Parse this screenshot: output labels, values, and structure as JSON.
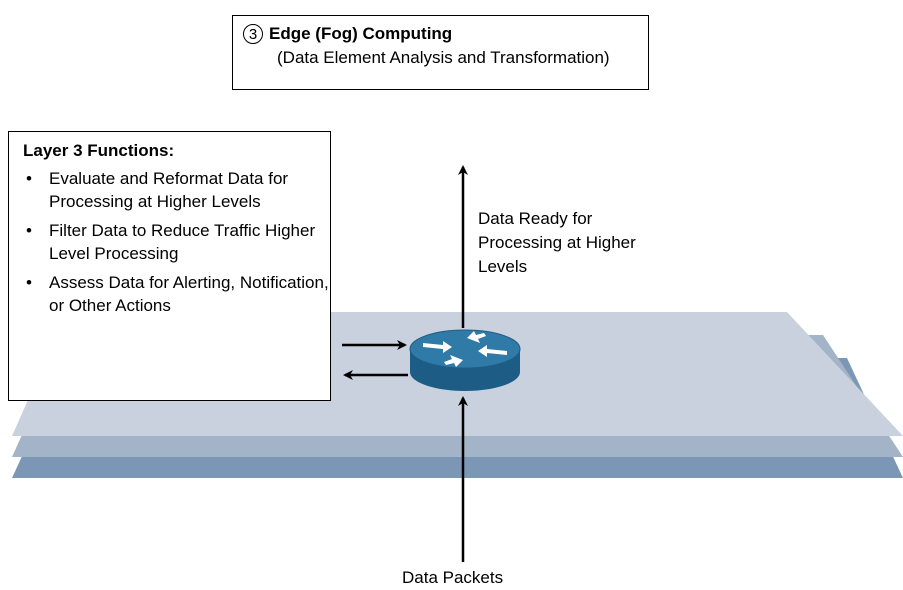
{
  "title": {
    "step_number": "3",
    "heading": "Edge (Fog) Computing",
    "subtitle": "(Data Element Analysis and Transformation)"
  },
  "functions": {
    "title": "Layer 3 Functions:",
    "bullet": "•",
    "items": [
      "Evaluate and Reformat Data for Processing at Higher Levels",
      "Filter Data to Reduce Traffic Higher Level Processing",
      "Assess Data for Alerting, Notification, or Other Actions"
    ]
  },
  "labels": {
    "data_ready": "Data Ready for Processing at Higher Levels",
    "data_packets": "Data Packets"
  },
  "colors": {
    "layer_top": "#c8d1dd",
    "layer_middle": "#a3b3c8",
    "layer_bottom": "#7c97b5",
    "router_top": "#2f7aa6",
    "router_side": "#1d5d85",
    "arrow": "#000000"
  },
  "icons": {
    "router": "router-icon"
  }
}
